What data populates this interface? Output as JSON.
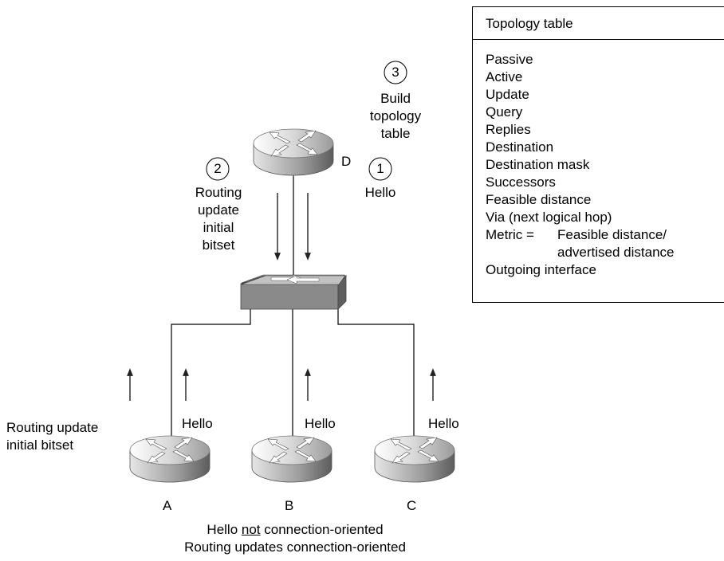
{
  "topology_table": {
    "title": "Topology table",
    "items": [
      "Passive",
      "Active",
      "Update",
      "Query",
      "Replies",
      "Destination",
      "Destination mask",
      "Successors",
      "Feasible distance",
      "Via (next logical hop)"
    ],
    "metric": {
      "label": "Metric =",
      "value_line1": "Feasible distance/",
      "value_line2": "advertised distance"
    },
    "last_item": "Outgoing interface"
  },
  "steps": {
    "step1": {
      "number": "1",
      "label": "Hello"
    },
    "step2": {
      "number": "2",
      "lines": [
        "Routing",
        "update",
        "initial",
        "bitset"
      ]
    },
    "step3": {
      "number": "3",
      "lines": [
        "Build",
        "topology",
        "table"
      ]
    }
  },
  "routers": {
    "d": "D",
    "a": "A",
    "b": "B",
    "c": "C"
  },
  "hello_labels": {
    "a": "Hello",
    "b": "Hello",
    "c": "Hello"
  },
  "routing_update_left": {
    "line1": "Routing update",
    "line2": "initial bitset"
  },
  "footer": {
    "line1_prefix": "Hello ",
    "line1_emph": "not",
    "line1_suffix": " connection-oriented",
    "line2": "Routing updates connection-oriented"
  },
  "colors": {
    "router_light": "#f2f2f2",
    "router_dark": "#7a7a7a",
    "switch_top": "#bdbdbd",
    "switch_side": "#6e6e6e",
    "line": "#000000",
    "arrow": "#222222"
  }
}
